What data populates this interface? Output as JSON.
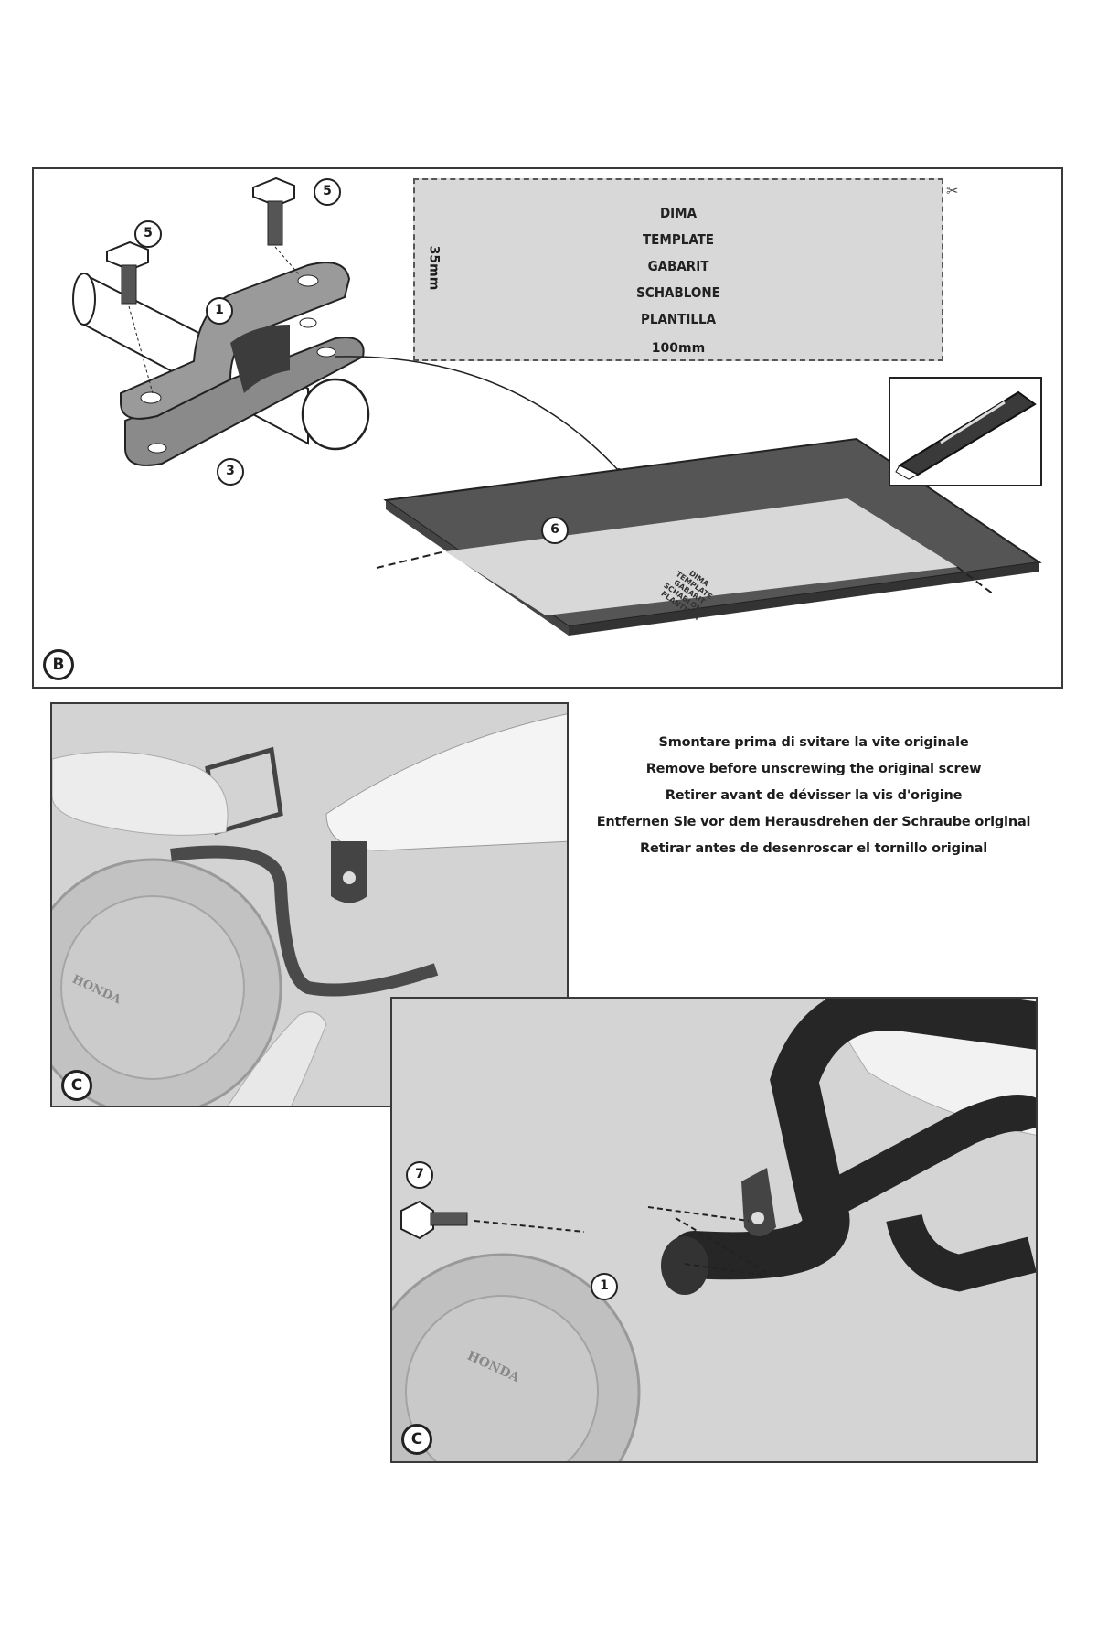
{
  "panel_b": {
    "letter": "B",
    "part_numbers": {
      "clamp_upper": "1",
      "clamp_lower": "3",
      "screw_left": "5",
      "screw_right": "5",
      "template_sheet": "6"
    },
    "template": {
      "lines": [
        "DIMA",
        "TEMPLATE",
        "GABARIT",
        "SCHABLONE",
        "PLANTILLA"
      ],
      "width_label": "100mm",
      "height_label": "35mm"
    }
  },
  "panel_c1": {
    "letter": "C",
    "brand_text": "HONDA"
  },
  "panel_c2": {
    "letter": "C",
    "brand_text": "HONDA",
    "part_numbers": {
      "screw": "7",
      "bar": "1"
    }
  },
  "instructions": [
    "Smontare prima di svitare la vite originale",
    "Remove before unscrewing the original screw",
    "Retirer avant de dévisser la vis d'origine",
    "Entfernen Sie vor dem Herausdrehen der Schraube original",
    "Retirar antes de desenroscar el tornillo original"
  ],
  "icons": [
    "scissors-icon",
    "cutter-knife-icon"
  ]
}
